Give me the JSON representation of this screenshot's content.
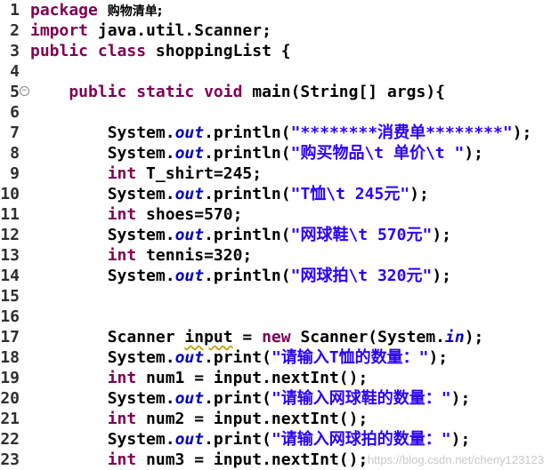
{
  "watermark": "https://blog.csdn.net/cheny123123",
  "lines": [
    {
      "n": "1",
      "parts": [
        {
          "t": "package ",
          "c": "kw"
        },
        {
          "t": "购物清单;",
          "c": "cjk"
        }
      ]
    },
    {
      "n": "2",
      "parts": [
        {
          "t": "import ",
          "c": "kw"
        },
        {
          "t": "java.util.Scanner;",
          "c": ""
        }
      ]
    },
    {
      "n": "3",
      "parts": [
        {
          "t": "public class ",
          "c": "kw"
        },
        {
          "t": "shoppingList {",
          "c": ""
        }
      ]
    },
    {
      "n": "4",
      "parts": []
    },
    {
      "n": "5",
      "fold": true,
      "parts": [
        {
          "t": "    public static void ",
          "c": "kw"
        },
        {
          "t": "main(String[] ",
          "c": ""
        },
        {
          "t": "args",
          "c": "param"
        },
        {
          "t": "){",
          "c": ""
        }
      ]
    },
    {
      "n": "6",
      "parts": []
    },
    {
      "n": "7",
      "parts": [
        {
          "t": "        System.",
          "c": ""
        },
        {
          "t": "out",
          "c": "fld"
        },
        {
          "t": ".println(",
          "c": ""
        },
        {
          "t": "\"********消费单********\"",
          "c": "str"
        },
        {
          "t": ");",
          "c": ""
        }
      ]
    },
    {
      "n": "8",
      "parts": [
        {
          "t": "        System.",
          "c": ""
        },
        {
          "t": "out",
          "c": "fld"
        },
        {
          "t": ".println(",
          "c": ""
        },
        {
          "t": "\"购买物品\\t 单价\\t \"",
          "c": "str"
        },
        {
          "t": ");",
          "c": ""
        }
      ]
    },
    {
      "n": "9",
      "parts": [
        {
          "t": "        int ",
          "c": "kw"
        },
        {
          "t": "T_shirt=245;",
          "c": ""
        }
      ]
    },
    {
      "n": "10",
      "parts": [
        {
          "t": "        System.",
          "c": ""
        },
        {
          "t": "out",
          "c": "fld"
        },
        {
          "t": ".println(",
          "c": ""
        },
        {
          "t": "\"T恤\\t 245元\"",
          "c": "str"
        },
        {
          "t": ");",
          "c": ""
        }
      ]
    },
    {
      "n": "11",
      "parts": [
        {
          "t": "        int ",
          "c": "kw"
        },
        {
          "t": "shoes=570;",
          "c": ""
        }
      ]
    },
    {
      "n": "12",
      "parts": [
        {
          "t": "        System.",
          "c": ""
        },
        {
          "t": "out",
          "c": "fld"
        },
        {
          "t": ".println(",
          "c": ""
        },
        {
          "t": "\"网球鞋\\t 570元\"",
          "c": "str"
        },
        {
          "t": ");",
          "c": ""
        }
      ]
    },
    {
      "n": "13",
      "parts": [
        {
          "t": "        int ",
          "c": "kw"
        },
        {
          "t": "tennis=320;",
          "c": ""
        }
      ]
    },
    {
      "n": "14",
      "parts": [
        {
          "t": "        System.",
          "c": ""
        },
        {
          "t": "out",
          "c": "fld"
        },
        {
          "t": ".println(",
          "c": ""
        },
        {
          "t": "\"网球拍\\t 320元\"",
          "c": "str"
        },
        {
          "t": ");",
          "c": ""
        }
      ]
    },
    {
      "n": "15",
      "parts": []
    },
    {
      "n": "16",
      "parts": []
    },
    {
      "n": "17",
      "parts": [
        {
          "t": "        Scanner ",
          "c": ""
        },
        {
          "t": "input",
          "c": "warn"
        },
        {
          "t": " = ",
          "c": ""
        },
        {
          "t": "new ",
          "c": "kw"
        },
        {
          "t": "Scanner(System.",
          "c": ""
        },
        {
          "t": "in",
          "c": "fld"
        },
        {
          "t": ");",
          "c": ""
        }
      ]
    },
    {
      "n": "18",
      "parts": [
        {
          "t": "        System.",
          "c": ""
        },
        {
          "t": "out",
          "c": "fld"
        },
        {
          "t": ".print(",
          "c": ""
        },
        {
          "t": "\"请输入T恤的数量：\"",
          "c": "str"
        },
        {
          "t": ");",
          "c": ""
        }
      ]
    },
    {
      "n": "19",
      "parts": [
        {
          "t": "        int ",
          "c": "kw"
        },
        {
          "t": "num1 = input.nextInt();",
          "c": ""
        }
      ]
    },
    {
      "n": "20",
      "parts": [
        {
          "t": "        System.",
          "c": ""
        },
        {
          "t": "out",
          "c": "fld"
        },
        {
          "t": ".print(",
          "c": ""
        },
        {
          "t": "\"请输入网球鞋的数量：\"",
          "c": "str"
        },
        {
          "t": ");",
          "c": ""
        }
      ]
    },
    {
      "n": "21",
      "parts": [
        {
          "t": "        int ",
          "c": "kw"
        },
        {
          "t": "num2 = input.nextInt();",
          "c": ""
        }
      ]
    },
    {
      "n": "22",
      "parts": [
        {
          "t": "        System.",
          "c": ""
        },
        {
          "t": "out",
          "c": "fld"
        },
        {
          "t": ".print(",
          "c": ""
        },
        {
          "t": "\"请输入网球拍的数量：\"",
          "c": "str"
        },
        {
          "t": ");",
          "c": ""
        }
      ]
    },
    {
      "n": "23",
      "parts": [
        {
          "t": "        int ",
          "c": "kw"
        },
        {
          "t": "num3 = input.nextInt();",
          "c": ""
        }
      ]
    }
  ]
}
